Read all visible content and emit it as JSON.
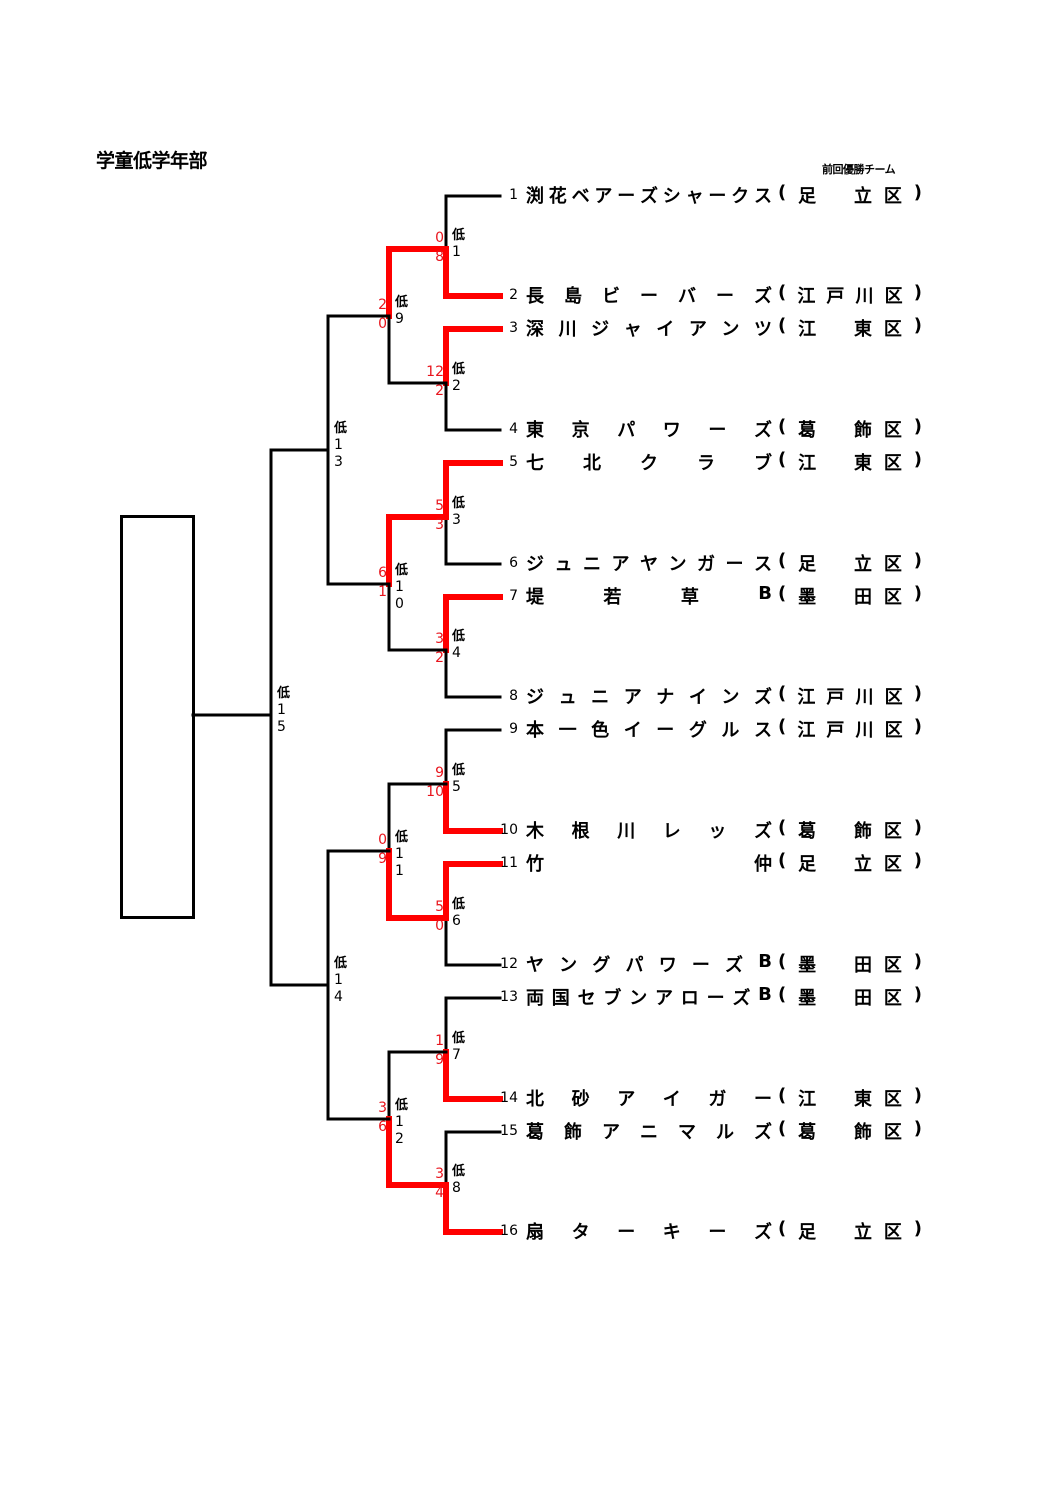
{
  "title": "学童低学年部",
  "prev_champion_label": "前回優勝チーム",
  "colors": {
    "winner_line": "#ff0000",
    "score_text": "#e8141c",
    "line": "#000000"
  },
  "teams": [
    {
      "seed": "1",
      "name": "渕花ベアーズシャークス",
      "district": "(足　立　区)",
      "prev_champion": true
    },
    {
      "seed": "2",
      "name": "長島ビーバーズ",
      "district": "(江戸川　区)"
    },
    {
      "seed": "3",
      "name": "深川ジャイアンツ",
      "district": "(江　東　区)"
    },
    {
      "seed": "4",
      "name": "東京パワーズ",
      "district": "(葛　飾　区)"
    },
    {
      "seed": "5",
      "name": "七北クラブ",
      "district": "(江　東　区)"
    },
    {
      "seed": "6",
      "name": "ジュニアヤンガース",
      "district": "(足　立　区)"
    },
    {
      "seed": "7",
      "name": "堤若草B",
      "district": "(墨　田　区)"
    },
    {
      "seed": "8",
      "name": "ジュニアナインズ",
      "district": "(江戸川　区)"
    },
    {
      "seed": "9",
      "name": "本一色イーグルス",
      "district": "(江戸川　区)"
    },
    {
      "seed": "10",
      "name": "木根川レッズ",
      "district": "(葛　飾　区)"
    },
    {
      "seed": "11",
      "name": "竹仲",
      "district": "(足　立　区)"
    },
    {
      "seed": "12",
      "name": "ヤングパワーズB",
      "district": "(墨　田　区)"
    },
    {
      "seed": "13",
      "name": "両国セブンアローズB",
      "district": "(墨　田　区)"
    },
    {
      "seed": "14",
      "name": "北砂アイガー",
      "district": "(江　東　区)"
    },
    {
      "seed": "15",
      "name": "葛飾アニマルズ",
      "district": "(葛　飾　区)"
    },
    {
      "seed": "16",
      "name": "扇ターキーズ",
      "district": "(足　立　区)"
    }
  ],
  "team_name_chars": [
    [
      "渕",
      "花",
      "ベ",
      "ア",
      "ー",
      "ズ",
      "シ",
      "ャ",
      "ー",
      "ク",
      "ス"
    ],
    [
      "長",
      "島",
      "ビ",
      "ー",
      "バ",
      "ー",
      "ズ"
    ],
    [
      "深",
      "川",
      "ジ",
      "ャ",
      "イ",
      "ア",
      "ン",
      "ツ"
    ],
    [
      "東",
      "京",
      "パ",
      "ワ",
      "ー",
      "ズ"
    ],
    [
      "七",
      "北",
      "ク",
      "ラ",
      "ブ"
    ],
    [
      "ジ",
      "ュ",
      "ニ",
      "ア",
      "ヤ",
      "ン",
      "ガ",
      "ー",
      "ス"
    ],
    [
      "堤",
      "若",
      "草",
      "B"
    ],
    [
      "ジ",
      "ュ",
      "ニ",
      "ア",
      "ナ",
      "イ",
      "ン",
      "ズ"
    ],
    [
      "本",
      "一",
      "色",
      "イ",
      "ー",
      "グ",
      "ル",
      "ス"
    ],
    [
      "木",
      "根",
      "川",
      "レ",
      "ッ",
      "ズ"
    ],
    [
      "竹",
      "仲"
    ],
    [
      "ヤ",
      "ン",
      "グ",
      "パ",
      "ワ",
      "ー",
      "ズ",
      "B"
    ],
    [
      "両",
      "国",
      "セ",
      "ブ",
      "ン",
      "ア",
      "ロ",
      "ー",
      "ズ",
      "B"
    ],
    [
      "北",
      "砂",
      "ア",
      "イ",
      "ガ",
      "ー"
    ],
    [
      "葛",
      "飾",
      "ア",
      "ニ",
      "マ",
      "ル",
      "ズ"
    ],
    [
      "扇",
      "タ",
      "ー",
      "キ",
      "ー",
      "ズ"
    ]
  ],
  "district_chars": [
    [
      "(",
      "足",
      "",
      "立",
      "区",
      ")"
    ],
    [
      "(",
      "江",
      "戸",
      "川",
      "区",
      ")"
    ],
    [
      "(",
      "江",
      "",
      "東",
      "区",
      ")"
    ],
    [
      "(",
      "葛",
      "",
      "飾",
      "区",
      ")"
    ],
    [
      "(",
      "江",
      "",
      "東",
      "区",
      ")"
    ],
    [
      "(",
      "足",
      "",
      "立",
      "区",
      ")"
    ],
    [
      "(",
      "墨",
      "",
      "田",
      "区",
      ")"
    ],
    [
      "(",
      "江",
      "戸",
      "川",
      "区",
      ")"
    ],
    [
      "(",
      "江",
      "戸",
      "川",
      "区",
      ")"
    ],
    [
      "(",
      "葛",
      "",
      "飾",
      "区",
      ")"
    ],
    [
      "(",
      "足",
      "",
      "立",
      "区",
      ")"
    ],
    [
      "(",
      "墨",
      "",
      "田",
      "区",
      ")"
    ],
    [
      "(",
      "墨",
      "",
      "田",
      "区",
      ")"
    ],
    [
      "(",
      "江",
      "",
      "東",
      "区",
      ")"
    ],
    [
      "(",
      "葛",
      "",
      "飾",
      "区",
      ")"
    ],
    [
      "(",
      "足",
      "",
      "立",
      "区",
      ")"
    ]
  ],
  "matches": [
    {
      "id": "低1",
      "label_prefix": "低",
      "label_num": "1",
      "round": 1,
      "teams": [
        1,
        2
      ],
      "score_top": "0",
      "score_bottom": "8",
      "winner": "bottom"
    },
    {
      "id": "低2",
      "label_prefix": "低",
      "label_num": "2",
      "round": 1,
      "teams": [
        3,
        4
      ],
      "score_top": "12",
      "score_bottom": "2",
      "winner": "top"
    },
    {
      "id": "低3",
      "label_prefix": "低",
      "label_num": "3",
      "round": 1,
      "teams": [
        5,
        6
      ],
      "score_top": "5",
      "score_bottom": "3",
      "winner": "top"
    },
    {
      "id": "低4",
      "label_prefix": "低",
      "label_num": "4",
      "round": 1,
      "teams": [
        7,
        8
      ],
      "score_top": "3",
      "score_bottom": "2",
      "winner": "top"
    },
    {
      "id": "低5",
      "label_prefix": "低",
      "label_num": "5",
      "round": 1,
      "teams": [
        9,
        10
      ],
      "score_top": "9",
      "score_bottom": "10",
      "winner": "bottom"
    },
    {
      "id": "低6",
      "label_prefix": "低",
      "label_num": "6",
      "round": 1,
      "teams": [
        11,
        12
      ],
      "score_top": "5",
      "score_bottom": "0",
      "winner": "top"
    },
    {
      "id": "低7",
      "label_prefix": "低",
      "label_num": "7",
      "round": 1,
      "teams": [
        13,
        14
      ],
      "score_top": "1",
      "score_bottom": "9",
      "winner": "bottom"
    },
    {
      "id": "低8",
      "label_prefix": "低",
      "label_num": "8",
      "round": 1,
      "teams": [
        15,
        16
      ],
      "score_top": "3",
      "score_bottom": "4",
      "winner": "bottom"
    },
    {
      "id": "低9",
      "label_prefix": "低",
      "label_num": "9",
      "round": 2,
      "feeds": [
        "低1",
        "低2"
      ],
      "score_top": "2",
      "score_bottom": "0",
      "winner": "top"
    },
    {
      "id": "低10",
      "label_prefix": "低",
      "label_num": "10",
      "round": 2,
      "feeds": [
        "低3",
        "低4"
      ],
      "score_top": "6",
      "score_bottom": "1",
      "winner": "top"
    },
    {
      "id": "低11",
      "label_prefix": "低",
      "label_num": "11",
      "round": 2,
      "feeds": [
        "低5",
        "低6"
      ],
      "score_top": "0",
      "score_bottom": "9",
      "winner": "bottom"
    },
    {
      "id": "低12",
      "label_prefix": "低",
      "label_num": "12",
      "round": 2,
      "feeds": [
        "低7",
        "低8"
      ],
      "score_top": "3",
      "score_bottom": "6",
      "winner": "bottom"
    },
    {
      "id": "低13",
      "label_prefix": "低",
      "label_num": "13",
      "round": 3,
      "feeds": [
        "低9",
        "低10"
      ],
      "score_top": "",
      "score_bottom": "",
      "winner": ""
    },
    {
      "id": "低14",
      "label_prefix": "低",
      "label_num": "14",
      "round": 3,
      "feeds": [
        "低11",
        "低12"
      ],
      "score_top": "",
      "score_bottom": "",
      "winner": ""
    },
    {
      "id": "低15",
      "label_prefix": "低",
      "label_num": "15",
      "round": 4,
      "feeds": [
        "低13",
        "低14"
      ],
      "score_top": "",
      "score_bottom": "",
      "winner": ""
    }
  ]
}
